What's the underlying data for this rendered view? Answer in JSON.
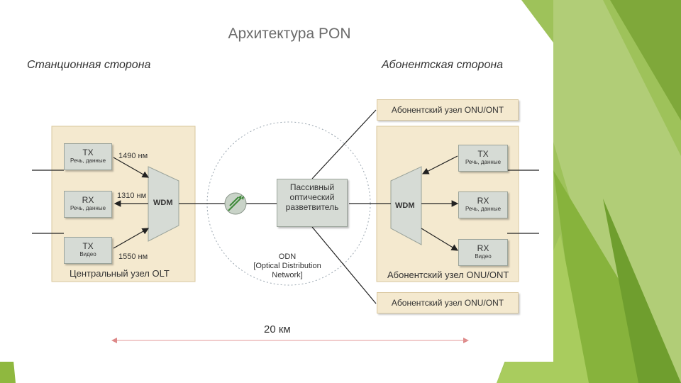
{
  "title": "Архитектура PON",
  "sides": {
    "station": "Станционная сторона",
    "subscriber": "Абонентская сторона"
  },
  "olt": {
    "caption": "Центральный узел OLT",
    "tx_data": {
      "title": "TX",
      "sub": "Речь, данные"
    },
    "rx_data": {
      "title": "RX",
      "sub": "Речь, данные"
    },
    "tx_video": {
      "title": "TX",
      "sub": "Видео"
    },
    "wdm": "WDM",
    "wl_1490": "1490 нм",
    "wl_1310": "1310 нм",
    "wl_1550": "1550 нм"
  },
  "splitter": "Пассивный оптический разветвитель",
  "odn": {
    "line1": "ODN",
    "line2": "[Optical Distribution",
    "line3": "Network]"
  },
  "onu": {
    "caption": "Абонентский узел ONU/ONT",
    "top_box": "Абонентский узел ONU/ONT",
    "bottom_box": "Абонентский узел ONU/ONT",
    "wdm": "WDM",
    "tx_data": {
      "title": "TX",
      "sub": "Речь, данные"
    },
    "rx_data": {
      "title": "RX",
      "sub": "Речь, данные"
    },
    "rx_video": {
      "title": "RX",
      "sub": "Видео"
    }
  },
  "distance": "20 км",
  "colors": {
    "accent_green": "#8fb83f",
    "panel_tan": "#f4e9cf",
    "node_grey": "#d6dbd5"
  }
}
